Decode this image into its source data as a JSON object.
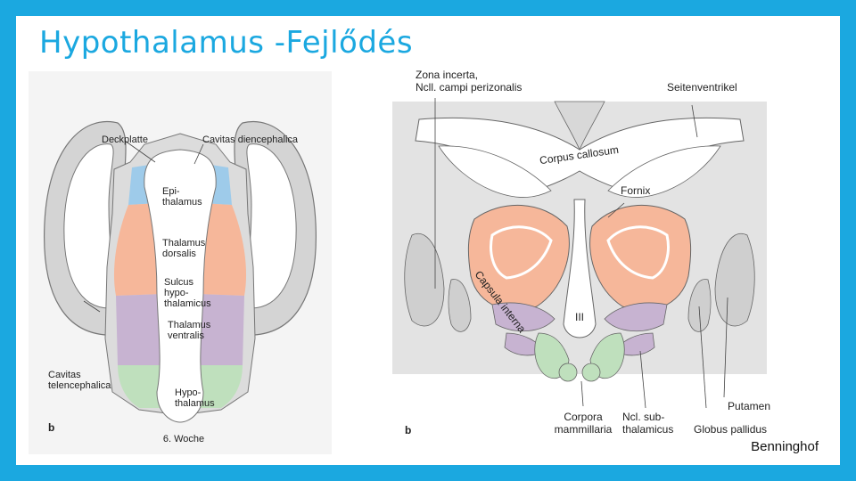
{
  "title": "Hypothalamus -Fejlődés",
  "credit": "Benninghof",
  "left_diagram": {
    "panel_letter": "b",
    "caption": "6. Woche",
    "labels": {
      "deckplatte": "Deckplatte",
      "cavitas_dienc": "Cavitas diencephalica",
      "epi_1": "Epi-",
      "epi_2": "thalamus",
      "thd_1": "Thalamus",
      "thd_2": "dorsalis",
      "sulcus_1": "Sulcus",
      "sulcus_2": "hypo-",
      "sulcus_3": "thalamicus",
      "thv_1": "Thalamus",
      "thv_2": "ventralis",
      "hypo_1": "Hypo-",
      "hypo_2": "thalamus",
      "cav_tel_1": "Cavitas",
      "cav_tel_2": "telencephalica"
    }
  },
  "right_diagram": {
    "panel_letter": "b",
    "labels": {
      "zona_1": "Zona incerta,",
      "zona_2": "Ncll. campi perizonalis",
      "seitenventrikel": "Seitenventrikel",
      "corpus_callosum": "Corpus callosum",
      "fornix": "Fornix",
      "capsula": "Capsula interna",
      "ventricle": "III",
      "corpora_1": "Corpora",
      "corpora_2": "mammillaria",
      "ncl_1": "Ncl. sub-",
      "ncl_2": "thalamicus",
      "putamen": "Putamen",
      "globus": "Globus pallidus"
    }
  },
  "colors": {
    "accent": "#1ba8e0",
    "epithalamus": "#9ecbea",
    "thalamus_dorsalis": "#f6b79a",
    "thalamus_ventralis": "#c7b3d1",
    "hypothalamus": "#bfe0bd",
    "grey_tissue": "#dcdcdc"
  }
}
